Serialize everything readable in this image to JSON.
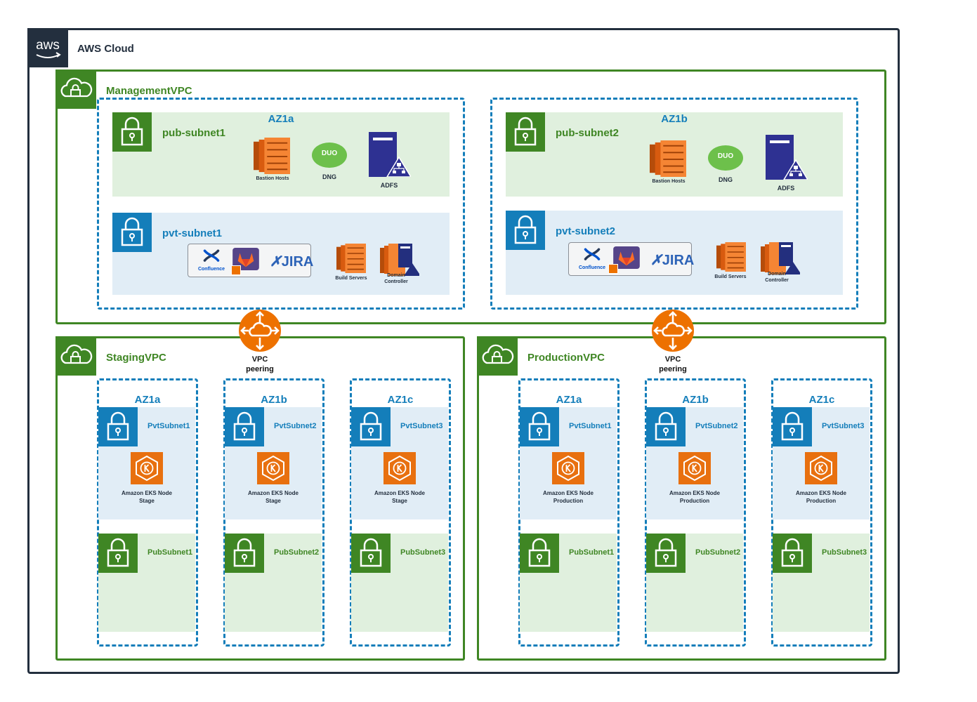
{
  "cloud": {
    "title": "AWS Cloud",
    "logo_text": "aws"
  },
  "management": {
    "title": "ManagementVPC",
    "az": [
      {
        "label": "AZ1a",
        "public": {
          "name": "pub-subnet1",
          "bastion": "Bastion Hosts",
          "dng": "DNG",
          "adfs": "ADFS"
        },
        "private": {
          "name": "pvt-subnet1",
          "confluence": "Confluence",
          "jira": "JIRA",
          "build": "Build Servers",
          "dc": "Domain Controller"
        }
      },
      {
        "label": "AZ1b",
        "public": {
          "name": "pub-subnet2",
          "bastion": "Bastion Hosts",
          "dng": "DNG",
          "adfs": "ADFS"
        },
        "private": {
          "name": "pvt-subnet2",
          "confluence": "Confluence",
          "jira": "JIRA",
          "build": "Build Servers",
          "dc": "Domain Controller"
        }
      }
    ]
  },
  "peering": [
    {
      "label_line1": "VPC",
      "label_line2": "peering"
    },
    {
      "label_line1": "VPC",
      "label_line2": "peering"
    }
  ],
  "staging": {
    "title": "StagingVPC",
    "az": [
      {
        "label": "AZ1a",
        "pvt": "PvtSubnet1",
        "pub": "PubSubnet1",
        "eks_line1": "Amazon EKS Node",
        "eks_line2": "Stage"
      },
      {
        "label": "AZ1b",
        "pvt": "PvtSubnet2",
        "pub": "PubSubnet2",
        "eks_line1": "Amazon EKS Node",
        "eks_line2": "Stage"
      },
      {
        "label": "AZ1c",
        "pvt": "PvtSubnet3",
        "pub": "PubSubnet3",
        "eks_line1": "Amazon EKS Node",
        "eks_line2": "Stage"
      }
    ]
  },
  "production": {
    "title": "ProductionVPC",
    "az": [
      {
        "label": "AZ1a",
        "pvt": "PvtSubnet1",
        "pub": "PubSubnet1",
        "eks_line1": "Amazon EKS Node",
        "eks_line2": "Production"
      },
      {
        "label": "AZ1b",
        "pvt": "PvtSubnet2",
        "pub": "PubSubnet2",
        "eks_line1": "Amazon EKS Node",
        "eks_line2": "Production"
      },
      {
        "label": "AZ1c",
        "pvt": "PvtSubnet3",
        "pub": "PubSubnet3",
        "eks_line1": "Amazon EKS Node",
        "eks_line2": "Production"
      }
    ]
  },
  "colors": {
    "aws_dark": "#232f3e",
    "vpc_green": "#3f8624",
    "subnet_blue": "#147eba",
    "orange": "#ed7100",
    "pub_fill": "#e0f0de",
    "pvt_fill": "#e1edf6"
  }
}
